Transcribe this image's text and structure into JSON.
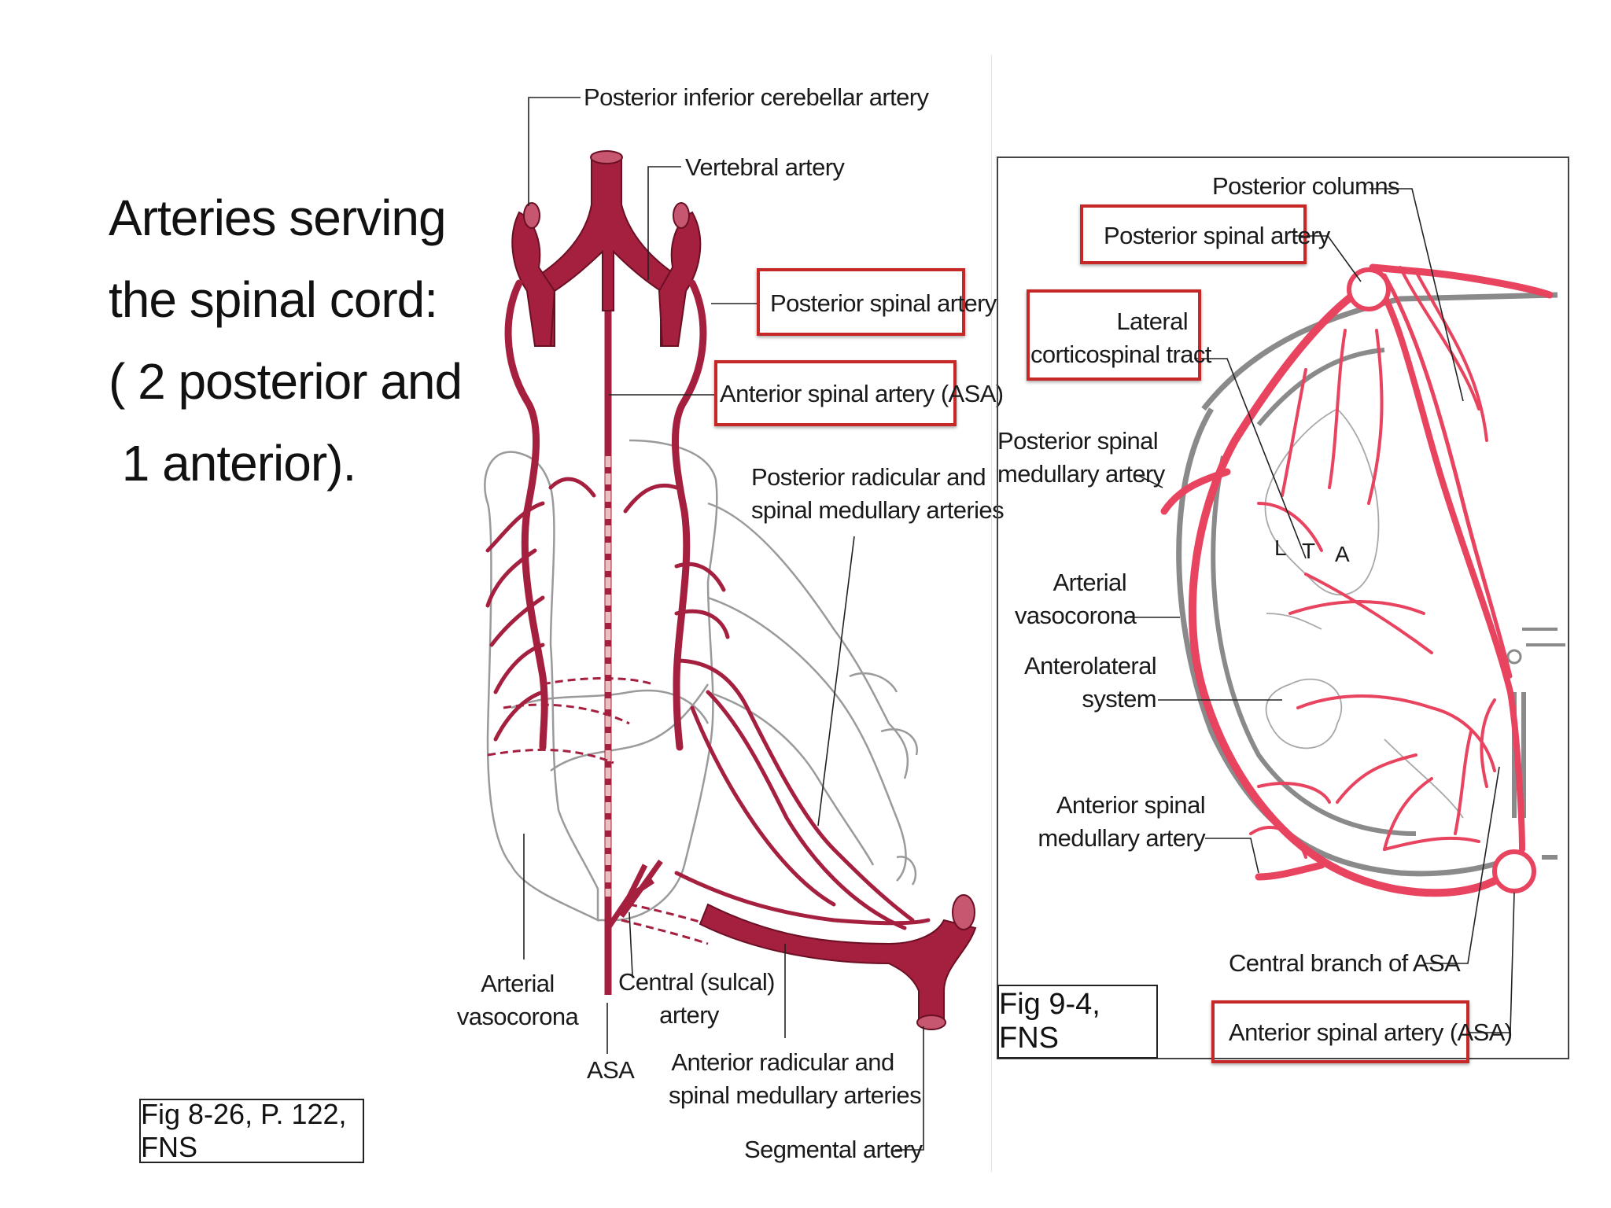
{
  "slide": {
    "title_lines": [
      "Arteries serving",
      "the spinal cord:",
      "( 2 posterior and",
      " 1 anterior)."
    ],
    "fig_left_caption": "Fig 8-26, P. 122, FNS",
    "fig_right_caption": "Fig 9-4, FNS"
  },
  "left_diagram": {
    "labels": {
      "pica": "Posterior inferior cerebellar artery",
      "vertebral": "Vertebral artery",
      "psa": "Posterior spinal artery",
      "asa": "Anterior spinal artery (ASA)",
      "post_radicular_1": "Posterior radicular and",
      "post_radicular_2": "spinal medullary arteries",
      "vasocorona_1": "Arterial",
      "vasocorona_2": "vasocorona",
      "central_1": "Central (sulcal)",
      "central_2": "artery",
      "asa_short": "ASA",
      "ant_radicular_1": "Anterior radicular and",
      "ant_radicular_2": "spinal medullary arteries",
      "segmental": "Segmental artery"
    }
  },
  "right_diagram": {
    "labels": {
      "post_columns": "Posterior columns",
      "psa": "Posterior spinal artery",
      "lct_1": "Lateral",
      "lct_2": "corticospinal tract",
      "psma_1": "Posterior spinal",
      "psma_2": "medullary artery",
      "vasocorona_1": "Arterial",
      "vasocorona_2": "vasocorona",
      "anterolateral_1": "Anterolateral",
      "anterolateral_2": "system",
      "asma_1": "Anterior spinal",
      "asma_2": "medullary artery",
      "central_branch": "Central branch of ASA",
      "asa": "Anterior spinal artery (ASA)",
      "letter_l": "L",
      "letter_t": "T",
      "letter_a": "A"
    }
  },
  "colors": {
    "artery_left": "#a51f3f",
    "artery_right": "#e8435f",
    "highlight_box": "#c62828",
    "cord_outline": "#888888"
  }
}
